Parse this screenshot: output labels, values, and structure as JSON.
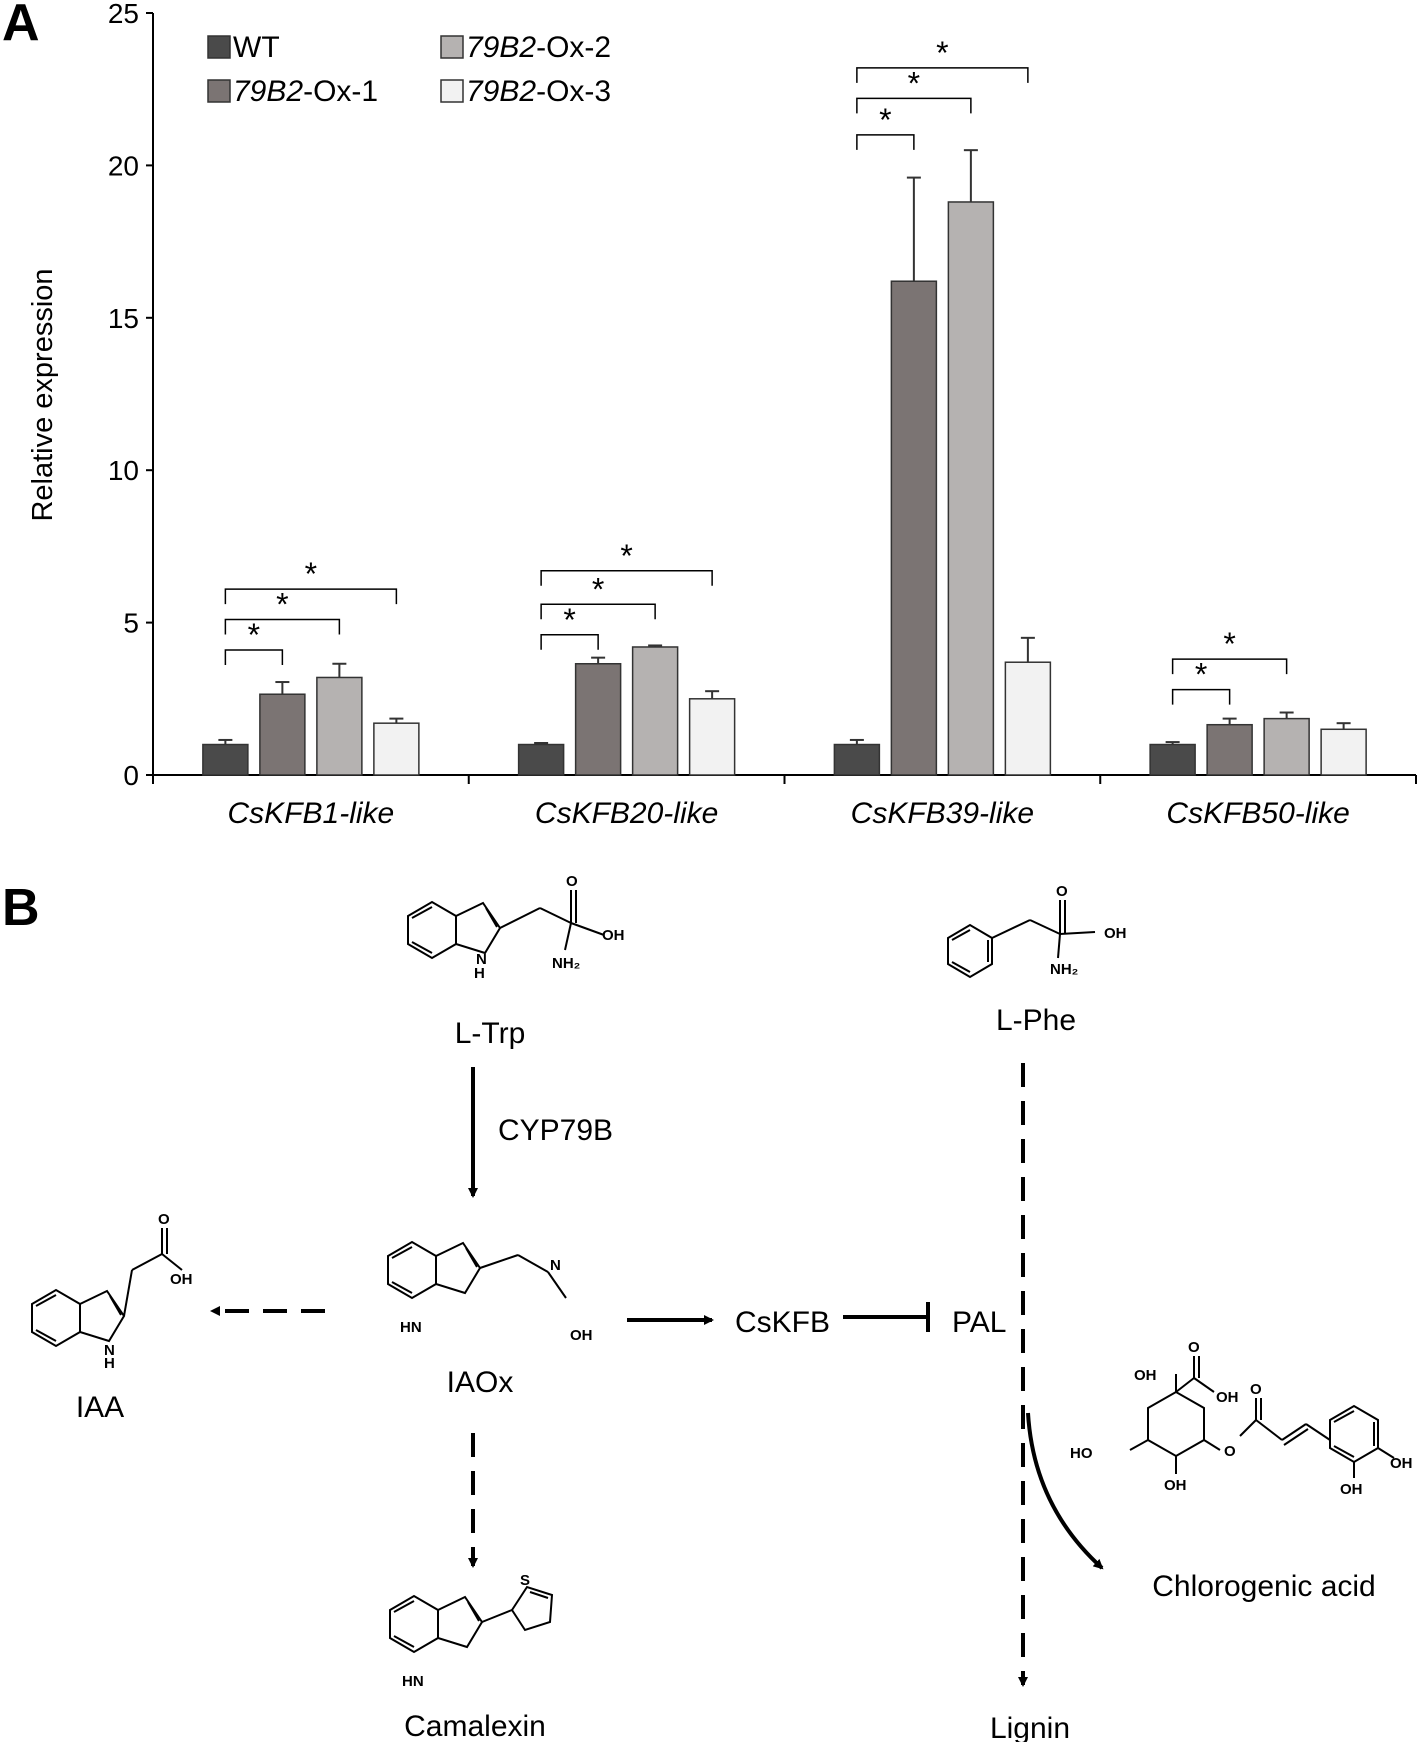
{
  "panels": {
    "a": "A",
    "b": "B"
  },
  "chart_data": {
    "type": "bar",
    "title": "",
    "xlabel": "",
    "ylabel": "Relative expression",
    "ylim": [
      0,
      25
    ],
    "yticks": [
      0,
      5,
      10,
      15,
      20,
      25
    ],
    "categories": [
      "CsKFB1-like",
      "CsKFB20-like",
      "CsKFB39-like",
      "CsKFB50-like"
    ],
    "legend_placement": "top-left",
    "grid": false,
    "series": [
      {
        "name": "WT",
        "name_prefix": "",
        "name_suffix": "WT",
        "color": "#4a4a4a",
        "values": [
          1.0,
          1.0,
          1.0,
          1.0
        ],
        "errors": [
          0.15,
          0.05,
          0.15,
          0.08
        ]
      },
      {
        "name": "79B2-Ox-1",
        "name_prefix": "79B2",
        "name_suffix": "-Ox-1",
        "color": "#7b7473",
        "values": [
          2.65,
          3.65,
          16.2,
          1.65
        ],
        "errors": [
          0.4,
          0.2,
          3.4,
          0.2
        ]
      },
      {
        "name": "79B2-Ox-2",
        "name_prefix": "79B2",
        "name_suffix": "-Ox-2",
        "color": "#b5b2b1",
        "values": [
          3.2,
          4.2,
          18.8,
          1.85
        ],
        "errors": [
          0.45,
          0.05,
          1.7,
          0.2
        ]
      },
      {
        "name": "79B2-Ox-3",
        "name_prefix": "79B2",
        "name_suffix": "-Ox-3",
        "color": "#f2f2f2",
        "values": [
          1.7,
          2.5,
          3.7,
          1.5
        ],
        "errors": [
          0.15,
          0.25,
          0.8,
          0.2
        ]
      }
    ],
    "significance": [
      {
        "category": 0,
        "from": 0,
        "to": 1,
        "y": 4.1,
        "label": "*"
      },
      {
        "category": 0,
        "from": 0,
        "to": 2,
        "y": 5.1,
        "label": "*"
      },
      {
        "category": 0,
        "from": 0,
        "to": 3,
        "y": 6.1,
        "label": "*"
      },
      {
        "category": 1,
        "from": 0,
        "to": 1,
        "y": 4.6,
        "label": "*"
      },
      {
        "category": 1,
        "from": 0,
        "to": 2,
        "y": 5.6,
        "label": "*"
      },
      {
        "category": 1,
        "from": 0,
        "to": 3,
        "y": 6.7,
        "label": "*"
      },
      {
        "category": 2,
        "from": 0,
        "to": 1,
        "y": 21.0,
        "label": "*"
      },
      {
        "category": 2,
        "from": 0,
        "to": 2,
        "y": 22.2,
        "label": "*"
      },
      {
        "category": 2,
        "from": 0,
        "to": 3,
        "y": 23.2,
        "label": "*"
      },
      {
        "category": 3,
        "from": 0,
        "to": 1,
        "y": 2.8,
        "label": "*"
      },
      {
        "category": 3,
        "from": 0,
        "to": 2,
        "y": 3.8,
        "label": "*"
      }
    ]
  },
  "pathway": {
    "trp": "L-Trp",
    "phe": "L-Phe",
    "enzyme": "CYP79B",
    "iaox": "IAOx",
    "iaa": "IAA",
    "camalexin": "Camalexin",
    "kfb": "CsKFB",
    "pal": "PAL",
    "chlorogenic": "Chlorogenic acid",
    "lignin": "Lignin",
    "atoms": {
      "oh": "OH",
      "o": "O",
      "nh2": "NH₂",
      "nh": "NH",
      "h": "H",
      "n": "N",
      "hn": "HN",
      "s": "S",
      "ho": "HO"
    }
  }
}
